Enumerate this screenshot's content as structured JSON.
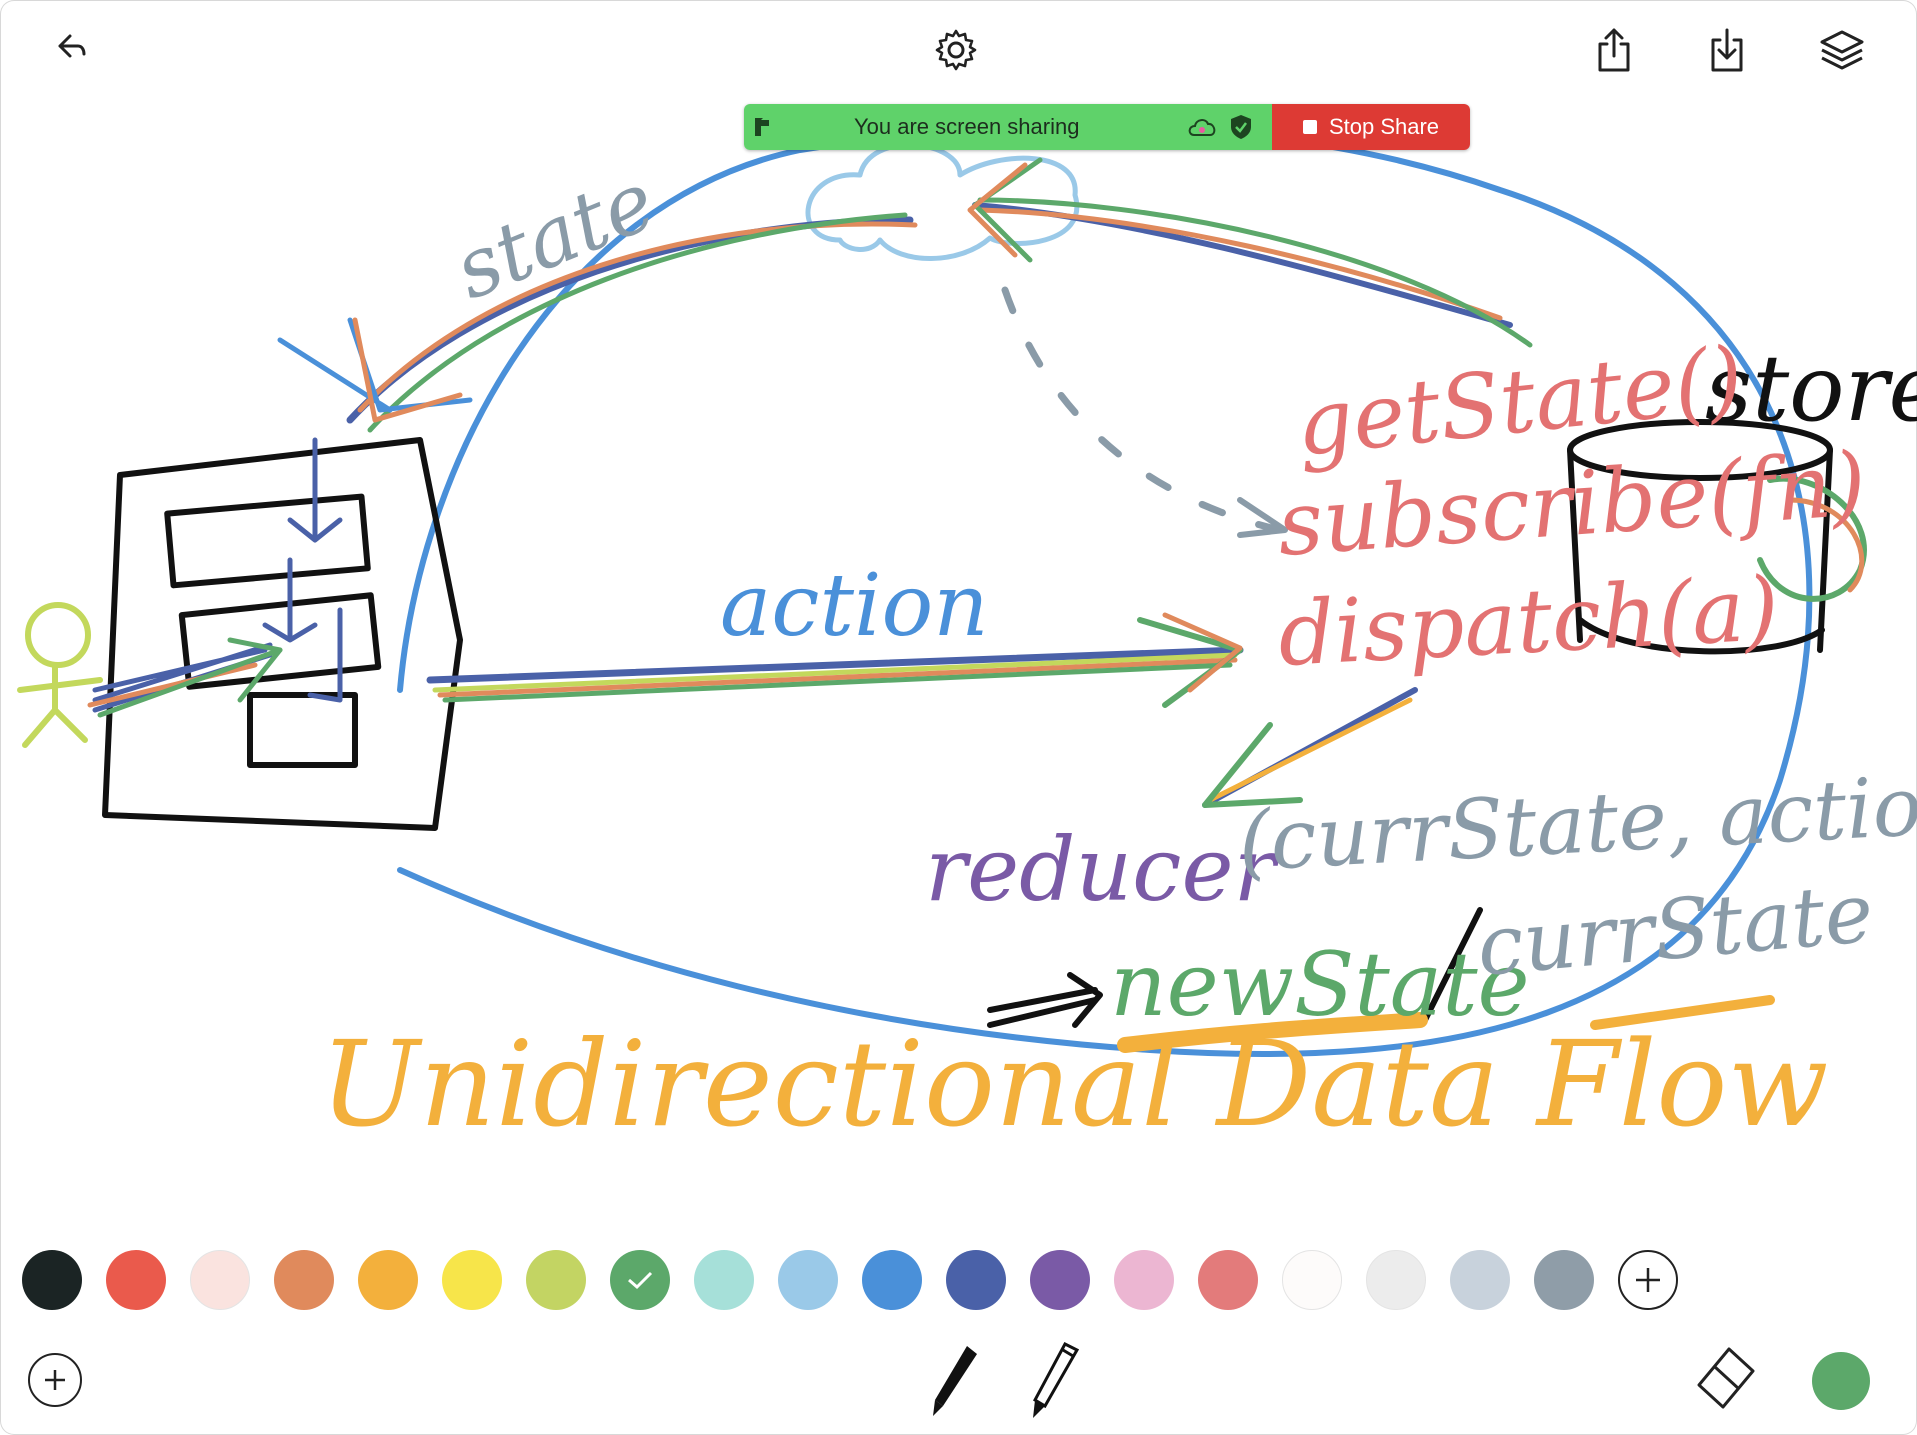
{
  "toolbar": {
    "undo_icon": "undo-arrow-icon",
    "settings_icon": "gear-icon",
    "export_icon": "share-upload-icon",
    "download_icon": "download-icon",
    "layers_icon": "layers-icon"
  },
  "share_bar": {
    "status_text": "You are screen sharing",
    "stop_label": "Stop Share",
    "bg_color": "#5fd26a",
    "stop_color": "#dd3a34"
  },
  "canvas": {
    "texts": {
      "state": "state",
      "store": "store",
      "get_state": "getState()",
      "subscribe": "subscribe(fn)",
      "dispatch": "dispatch(a)",
      "action": "action",
      "reducer": "reducer",
      "reducer_args": "(currState, action)",
      "new_state": "newState",
      "curr_state": "currState",
      "title": "Unidirectional Data Flow"
    },
    "colors": {
      "black": "#111111",
      "blue": "#4a90d9",
      "darkblue": "#4a61a8",
      "orange": "#e08a5c",
      "green": "#5ca86a",
      "red": "#e37272",
      "purple": "#7a5aa6",
      "gray": "#8a9ba8",
      "yellow": "#f3b03c",
      "lime": "#c3d85c",
      "lightblue": "#9ac9e8"
    }
  },
  "palette": {
    "colors": [
      "#1b2424",
      "#ea5a4c",
      "#fae3df",
      "#e08a5c",
      "#f3b03c",
      "#f7e54a",
      "#c3d463",
      "#5ca86a",
      "#a6e0d9",
      "#9ac9e8",
      "#4a90d9",
      "#4a61a8",
      "#7a5aa6",
      "#ecb6d2",
      "#e37b7b",
      "#fdfbfa",
      "#ececec",
      "#c8d2dc",
      "#8f9da8"
    ],
    "selected_index": 7,
    "add_icon": "plus-circle-icon"
  },
  "bottom": {
    "add_icon": "plus-circle-icon",
    "pen_icon": "pen-icon",
    "pencil_icon": "pencil-icon",
    "eraser_icon": "eraser-icon",
    "current_color": "#5ca86a"
  }
}
